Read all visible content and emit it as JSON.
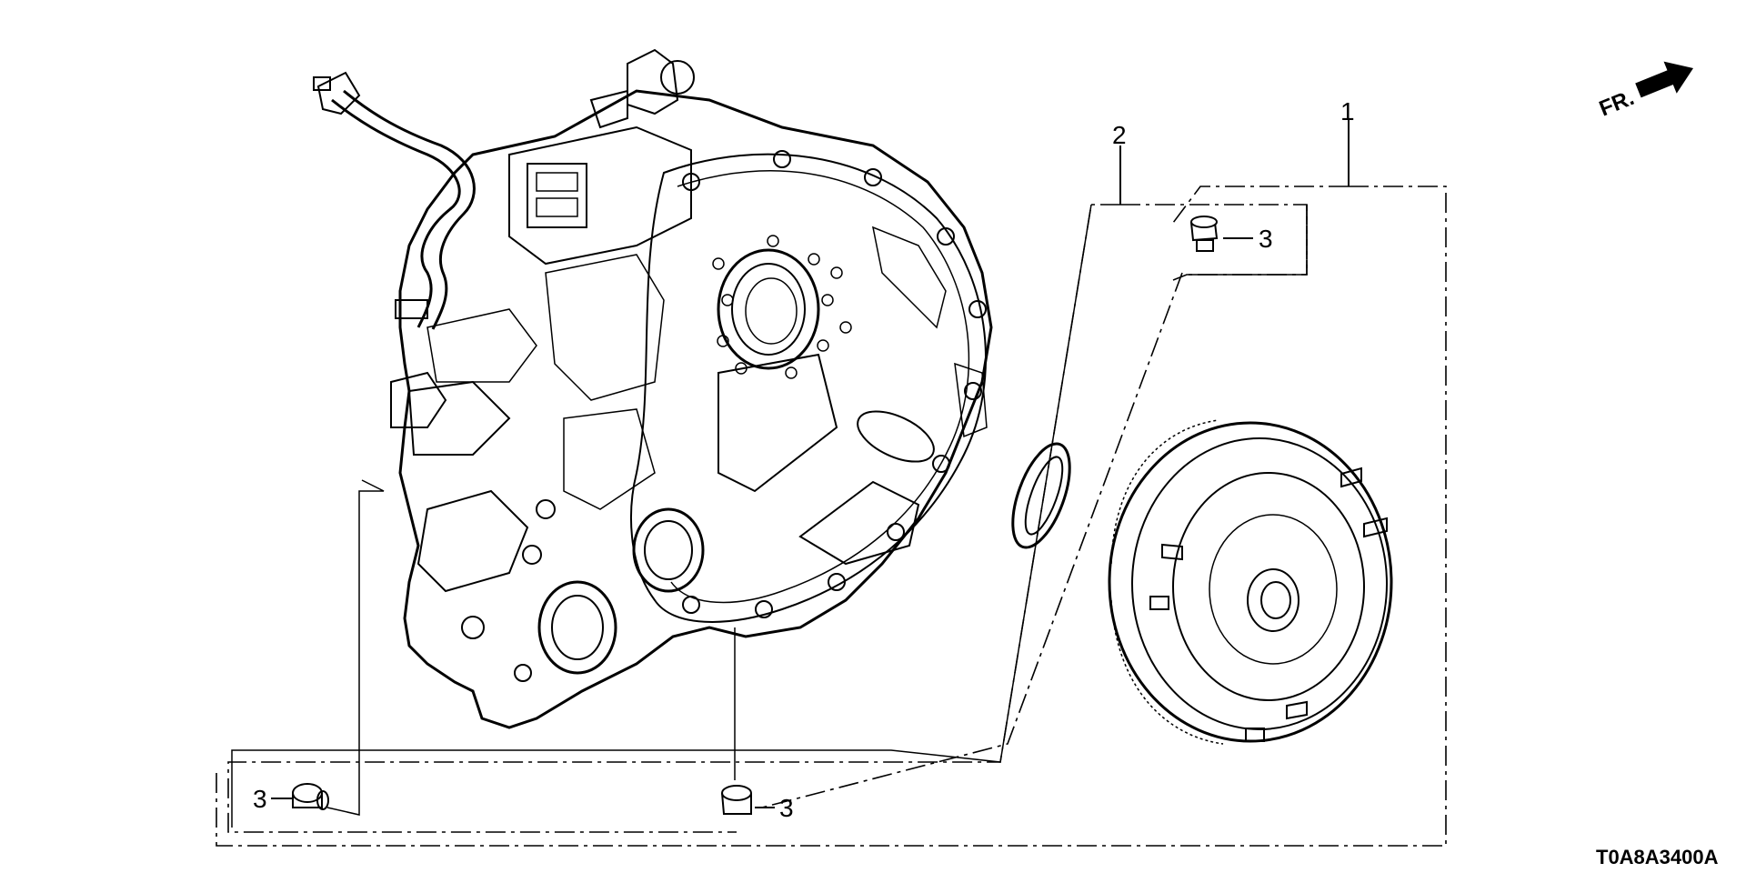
{
  "callouts": {
    "part_1": "1",
    "part_2": "2",
    "part_3_top": "3",
    "part_3_left": "3",
    "part_3_bottom": "3"
  },
  "orientation": {
    "label": "FR.",
    "icon": "arrow-right-icon"
  },
  "diagram_code": "T0A8A3400A"
}
